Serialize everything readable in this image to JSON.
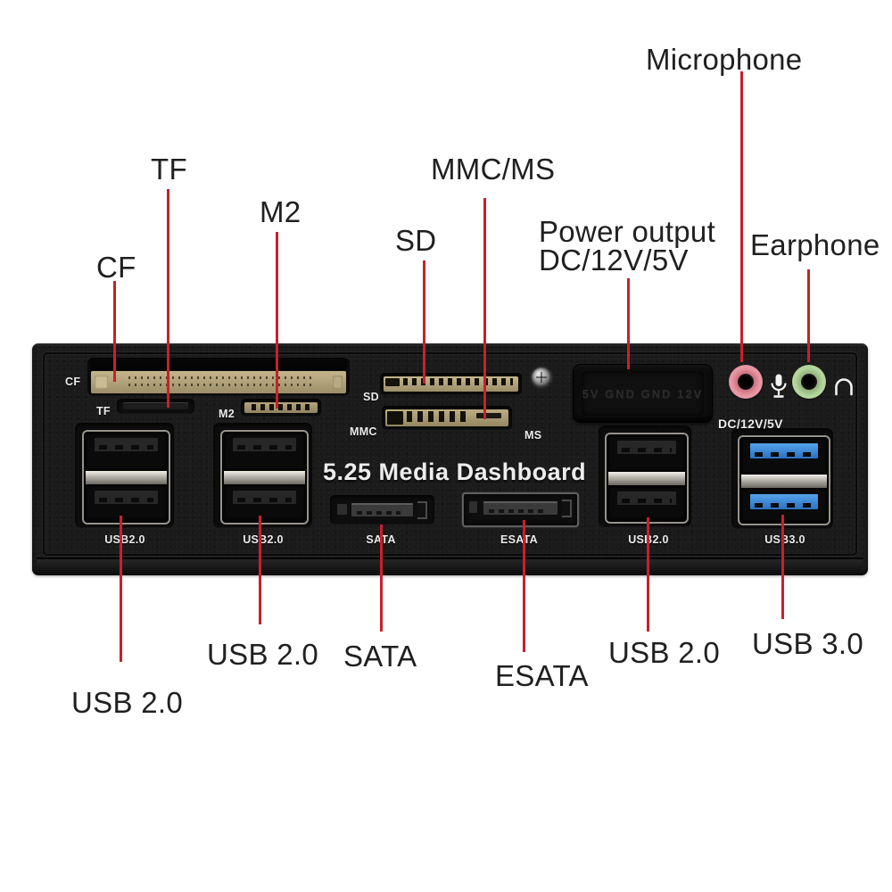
{
  "callouts": {
    "top": [
      {
        "id": "cf",
        "label": "CF"
      },
      {
        "id": "tf",
        "label": "TF"
      },
      {
        "id": "m2",
        "label": "M2"
      },
      {
        "id": "sd",
        "label": "SD"
      },
      {
        "id": "mmc_ms",
        "label": "MMC/MS"
      },
      {
        "id": "power_output",
        "label_line1": "Power output",
        "label_line2": "DC/12V/5V"
      },
      {
        "id": "microphone",
        "label": "Microphone"
      },
      {
        "id": "earphone",
        "label": "Earphone"
      }
    ],
    "bottom": [
      {
        "id": "usb2_left",
        "label": "USB 2.0"
      },
      {
        "id": "usb2_middle",
        "label": "USB 2.0"
      },
      {
        "id": "sata",
        "label": "SATA"
      },
      {
        "id": "esata",
        "label": "ESATA"
      },
      {
        "id": "usb2_right",
        "label": "USB 2.0"
      },
      {
        "id": "usb3",
        "label": "USB 3.0"
      }
    ]
  },
  "panel": {
    "title": "5.25 Media Dashboard",
    "slot_labels": {
      "cf": "CF",
      "tf": "TF",
      "m2": "M2",
      "sd": "SD",
      "mmc": "MMC",
      "ms": "MS"
    },
    "port_labels": {
      "usb2_left": "USB2.0",
      "usb2_middle": "USB2.0",
      "sata": "SATA",
      "esata": "ESATA",
      "usb2_right": "USB2.0",
      "usb3": "USB3.0"
    },
    "dc_power_label": "DC/12V/5V",
    "power_connector_embossed_text": "5V GND GND 12V"
  },
  "icons": {
    "microphone": "microphone-icon",
    "earphone": "headphone-icon",
    "screw": "screw-head"
  },
  "colors": {
    "callout_line": "#c9202a",
    "callout_text": "#202020",
    "panel_black": "#1b1b1b",
    "panel_text_white": "#ececec",
    "usb3_blue": "#2f84d9",
    "mic_jack_pink": "#e899a4",
    "earphone_jack_green": "#b6d79d",
    "card_connector_tan": "#b2a378"
  }
}
